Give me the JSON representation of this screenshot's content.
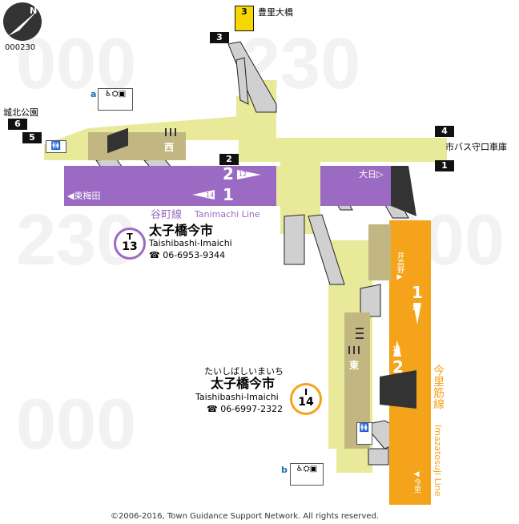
{
  "map_code": "000230",
  "compass": {
    "icon": "compass-north-arrow-icon",
    "label": "N"
  },
  "copyright": "©2006-2016, Town Guidance Support Network. All rights reserved.",
  "lines": {
    "tanimachi": {
      "name_ja": "谷町線",
      "name_en": "Tanimachi Line",
      "color": "#9b6bc4",
      "direction_west": "◀東梅田",
      "direction_east": "大日▷"
    },
    "imazatosuji": {
      "name_ja": "今里筋線",
      "name_en": "Imazatosuji Line",
      "color": "#f5a31a",
      "direction_north": "井高野▶",
      "direction_south": "◀今里"
    }
  },
  "platforms": {
    "tanimachi_track_1": "1",
    "tanimachi_track_2": "2",
    "tanimachi_car_14": "14",
    "tanimachi_car_12": "12",
    "imazatosuji_track_1": "1",
    "imazatosuji_track_2": "2",
    "imazatosuji_car_15": "15",
    "imazatosuji_car_13": "13"
  },
  "stations": {
    "tanimachi": {
      "code_letter": "T",
      "code_number": "13",
      "name_ja": "太子橋今市",
      "name_en": "Taishibashi-Imaichi",
      "phone": "☎ 06-6953-9344"
    },
    "imazatosuji": {
      "reading": "たいしばしいまいち",
      "code_letter": "I",
      "code_number": "14",
      "name_ja": "太子橋今市",
      "name_en": "Taishibashi-Imaichi",
      "phone": "☎ 06-6997-2322"
    }
  },
  "ticket_gates": {
    "west": "西",
    "east": "東"
  },
  "exits": [
    {
      "number": "3",
      "destination": "豊里大橋"
    },
    {
      "number": "3",
      "destination": ""
    },
    {
      "number": "6",
      "destination": "城北公園"
    },
    {
      "number": "5",
      "destination": ""
    },
    {
      "number": "4",
      "destination": "市バス守口車庫"
    },
    {
      "number": "1",
      "destination": ""
    },
    {
      "number": "2",
      "destination": ""
    }
  ],
  "facilities": {
    "a_label": "a",
    "b_label": "b",
    "icons": [
      "wheelchair-icon",
      "baby-care-icon",
      "restroom-icon",
      "elevator-icon"
    ]
  }
}
